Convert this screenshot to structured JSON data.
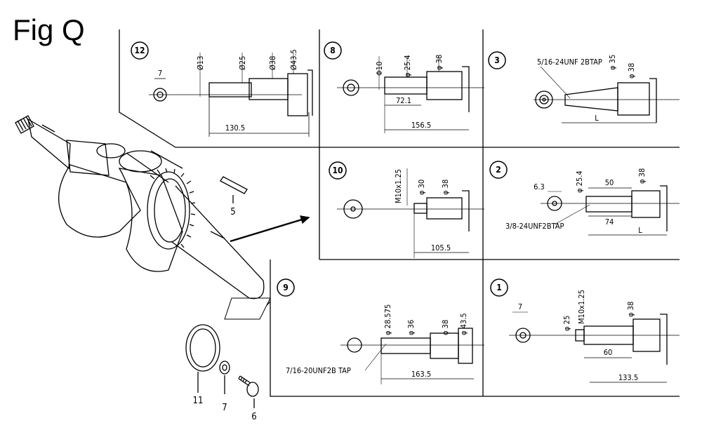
{
  "title": "Fig Q",
  "callouts": {
    "key": "5",
    "oring": "11",
    "washer": "7",
    "bolt": "6"
  },
  "panels": {
    "p12": {
      "num": "12",
      "d1": "7",
      "d2": "Ø13",
      "d3": "Ø25",
      "d4": "Ø38",
      "d5": "Ø43.5",
      "len": "130.5"
    },
    "p8": {
      "num": "8",
      "d1": "Φ10",
      "d2": "φ 25.4",
      "d3": "φ 38",
      "len1": "72.1",
      "len2": "156.5"
    },
    "p3": {
      "num": "3",
      "tap": "5/16-24UNF 2BTAP",
      "d1": "φ 35",
      "d2": "φ 38",
      "len": "L"
    },
    "p10": {
      "num": "10",
      "d1": "M10x1.25",
      "d2": "φ 30",
      "d3": "φ 38",
      "len": "105.5"
    },
    "p2": {
      "num": "2",
      "d0": "6.3",
      "d1": "φ 25.4",
      "d2": "φ 38",
      "tap": "3/8-24UNF2BTAP",
      "len1": "50",
      "len2": "74",
      "len3": "L"
    },
    "p9": {
      "num": "9",
      "d1": "φ 28.575",
      "d2": "φ 36",
      "d3": "φ 38",
      "d4": "φ 43.5",
      "tap": "7/16-20UNF2B TAP",
      "len": "163.5"
    },
    "p1": {
      "num": "1",
      "d0": "7",
      "d1": "φ 25",
      "d2": "M10x1.25",
      "d3": "φ 38",
      "len1": "60",
      "len2": "133.5"
    }
  }
}
